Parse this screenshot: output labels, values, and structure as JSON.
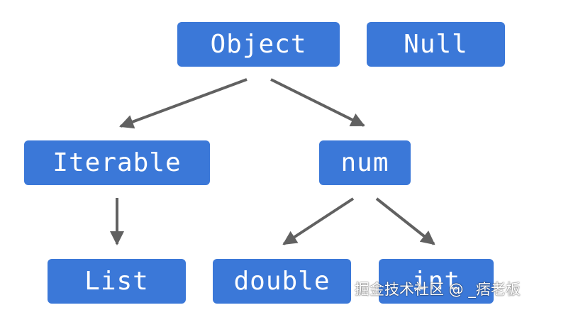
{
  "diagram": {
    "nodes": {
      "object": "Object",
      "null": "Null",
      "iterable": "Iterable",
      "num": "num",
      "list": "List",
      "double": "double",
      "int": "int"
    },
    "edges": [
      {
        "from": "Object",
        "to": "Iterable"
      },
      {
        "from": "Object",
        "to": "num"
      },
      {
        "from": "Iterable",
        "to": "List"
      },
      {
        "from": "num",
        "to": "double"
      },
      {
        "from": "num",
        "to": "int"
      }
    ]
  },
  "colors": {
    "node_fill": "#3b78d8",
    "node_text": "#ffffff",
    "arrow": "#616161"
  },
  "watermark": "掘金技术社区 @ _痞老板"
}
